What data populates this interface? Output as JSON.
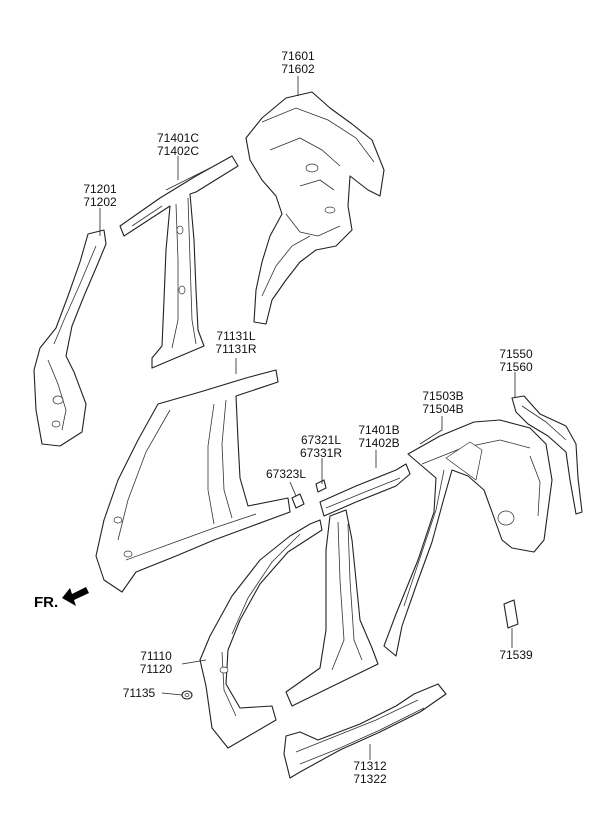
{
  "diagram": {
    "orientation_label": "FR.",
    "callouts": {
      "c71601": [
        "71601",
        "71602"
      ],
      "c71401C": [
        "71401C",
        "71402C"
      ],
      "c71201": [
        "71201",
        "71202"
      ],
      "c71131": [
        "71131L",
        "71131R"
      ],
      "c71550": [
        "71550",
        "71560"
      ],
      "c71503": [
        "71503B",
        "71504B"
      ],
      "c67321": [
        "67321L",
        "67331R"
      ],
      "c71401B": [
        "71401B",
        "71402B"
      ],
      "c67323": [
        "67323L"
      ],
      "c71110": [
        "71110",
        "71120"
      ],
      "c71135": [
        "71135"
      ],
      "c71539": [
        "71539"
      ],
      "c71312": [
        "71312",
        "71322"
      ]
    }
  }
}
